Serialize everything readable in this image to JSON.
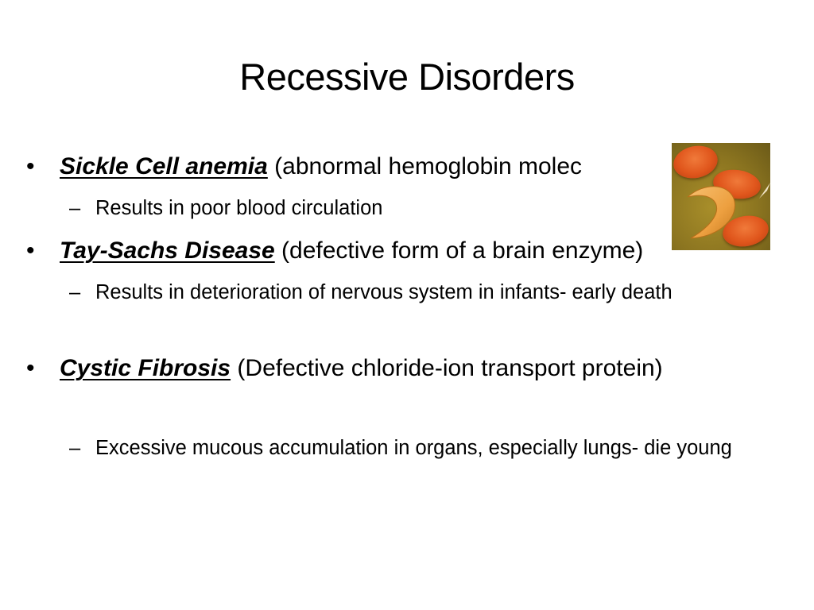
{
  "slide": {
    "title": "Recessive Disorders",
    "bullets": [
      {
        "term": "Sickle Cell anemia",
        "description": " (abnormal hemoglobin molec",
        "sub": [
          "Results in poor blood circulation"
        ]
      },
      {
        "term": "Tay-Sachs Disease",
        "description": " (defective form of a brain enzyme)",
        "sub": [
          "Results in deterioration of nervous system in infants- early death"
        ]
      },
      {
        "term": "Cystic Fibrosis",
        "description": " (Defective chloride-ion transport protein)",
        "sub": [
          "Excessive mucous accumulation in organs, especially lungs- die young"
        ]
      }
    ],
    "markers": {
      "level1": "•",
      "level2": "–"
    },
    "image": {
      "icon": "sickle-cell-photo",
      "colors": {
        "background": "#8c7520",
        "cell": "#e0561c",
        "sickle": "#f0a040"
      }
    }
  }
}
